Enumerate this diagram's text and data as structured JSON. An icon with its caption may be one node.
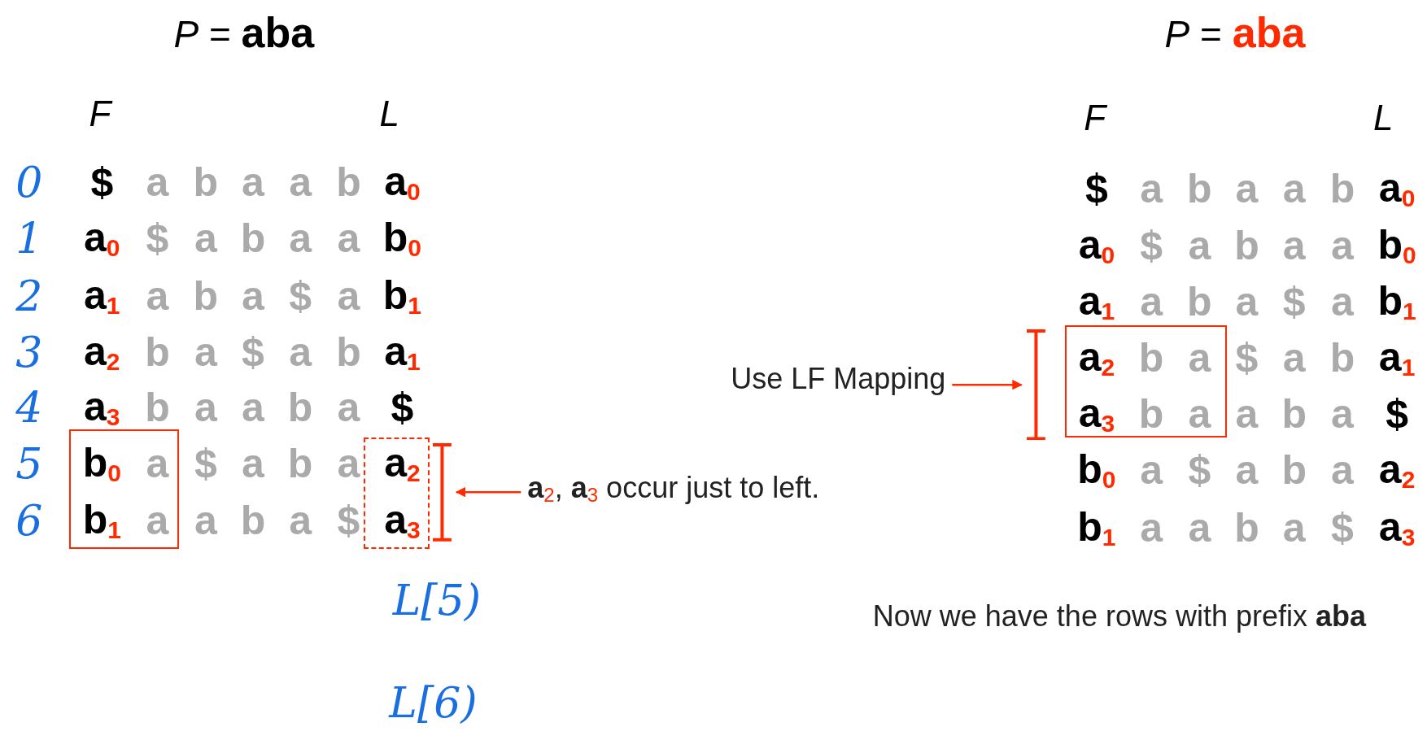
{
  "diagram": {
    "nodes": [
      {
        "text": [
          "**a**$_{2}$, **a**$_{3}$ occur just to left."
        ]
      },
      {
        "text": [],
        "shape": "bracket"
      },
      {
        "text": [
          "Use LF Mapping"
        ]
      },
      {
        "text": [],
        "shape": "bracket"
      }
    ],
    "edges": [
      {
        "from": 0,
        "to": 1,
        "arrow": "to"
      },
      {
        "from": 2,
        "to": 3,
        "arrow": "to"
      }
    ],
    "labels": [
      "*P* = **aba**",
      "*P* = **aba**",
      "F",
      "L",
      "F",
      "L",
      "$",
      "a",
      "b",
      "a",
      "a",
      "b",
      "a$_{0}$",
      "a$_{0}$",
      "$",
      "a",
      "b",
      "a",
      "a",
      "b$_{0}$",
      "a$_{1}$",
      "a",
      "b",
      "a",
      "$",
      "a",
      "b$_{1}$",
      "a$_{2}$",
      "b",
      "a",
      "$",
      "a",
      "b",
      "a$_{1}$",
      "a$_{3}$",
      "b",
      "a",
      "a",
      "b",
      "a",
      "$",
      "b$_{0}$",
      "a",
      "$",
      "a",
      "b",
      "a",
      "a$_{2}$",
      "b$_{1}$",
      "a",
      "a",
      "b",
      "a",
      "$",
      "a$_{3}$",
      "$",
      "a",
      "b",
      "a",
      "a",
      "b",
      "a$_{0}$",
      "a$_{0}$",
      "$",
      "a",
      "b",
      "a",
      "a",
      "b$_{0}$",
      "a$_{1}$",
      "a",
      "b",
      "a",
      "$",
      "a",
      "b$_{1}$",
      "a$_{2}$",
      "b",
      "a",
      "$",
      "a",
      "b",
      "a$_{1}$",
      "a$_{3}$",
      "b",
      "a",
      "a",
      "b",
      "a",
      "$",
      "b$_{0}$",
      "a",
      "$",
      "a",
      "b",
      "a",
      "a$_{2}$",
      "b$_{1}$",
      "a",
      "a",
      "b",
      "a",
      "$",
      "a$_{3}$",
      "0",
      "1",
      "2",
      "3",
      "4",
      "5",
      "6",
      "L[5)",
      "L[6)",
      "Now we have the rows with prefix **aba**"
    ]
  }
}
